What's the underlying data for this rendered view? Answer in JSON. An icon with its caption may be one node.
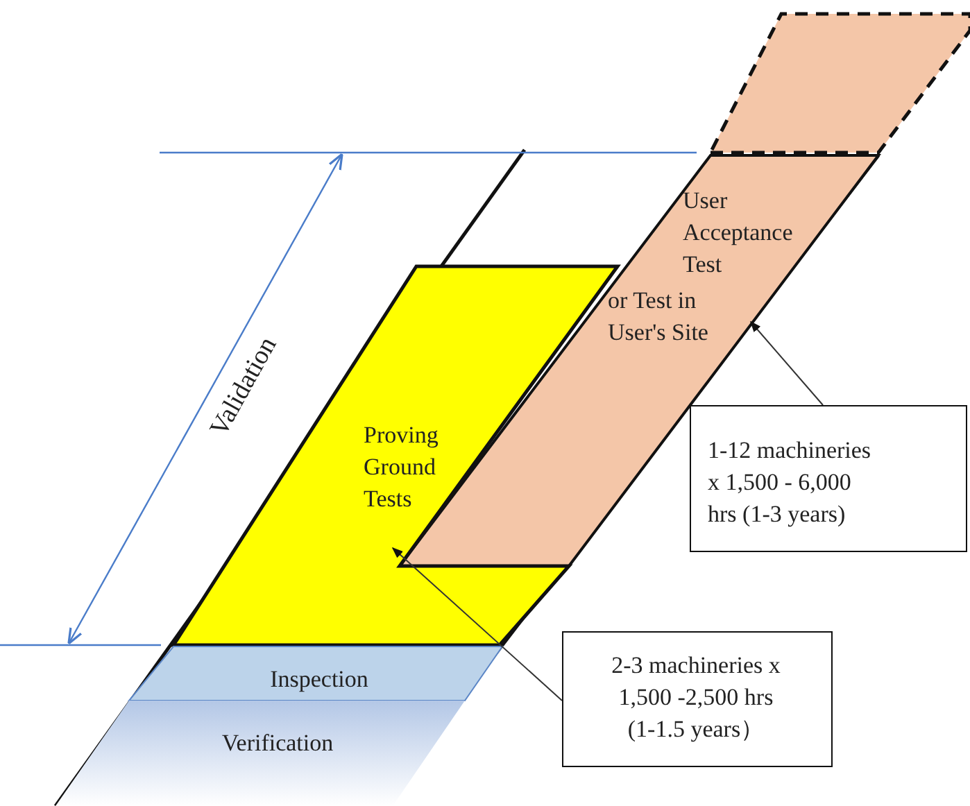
{
  "diagram": {
    "nodes": [
      {
        "text": [],
        "shape": "box"
      },
      {
        "text": [
          "User Acceptance Test",
          "or Test in User's Site"
        ]
      },
      {
        "text": [
          "Proving Ground Tests"
        ]
      },
      {
        "text": [
          "1-12 machineries x 1,500 - 6,000 hrs (1-3 years)"
        ]
      },
      {
        "text": [
          "Inspection"
        ]
      },
      {
        "text": [
          "Verification"
        ]
      },
      {
        "text": [
          "2-3 machineries x 1,500 -2,500 hrs (1-1.5 years）"
        ]
      }
    ],
    "edges": [
      {
        "from": 3,
        "to": 1,
        "arrow": "to"
      },
      {
        "from": 6,
        "to": 2,
        "arrow": "to"
      }
    ],
    "labels": [
      "Validation"
    ]
  }
}
